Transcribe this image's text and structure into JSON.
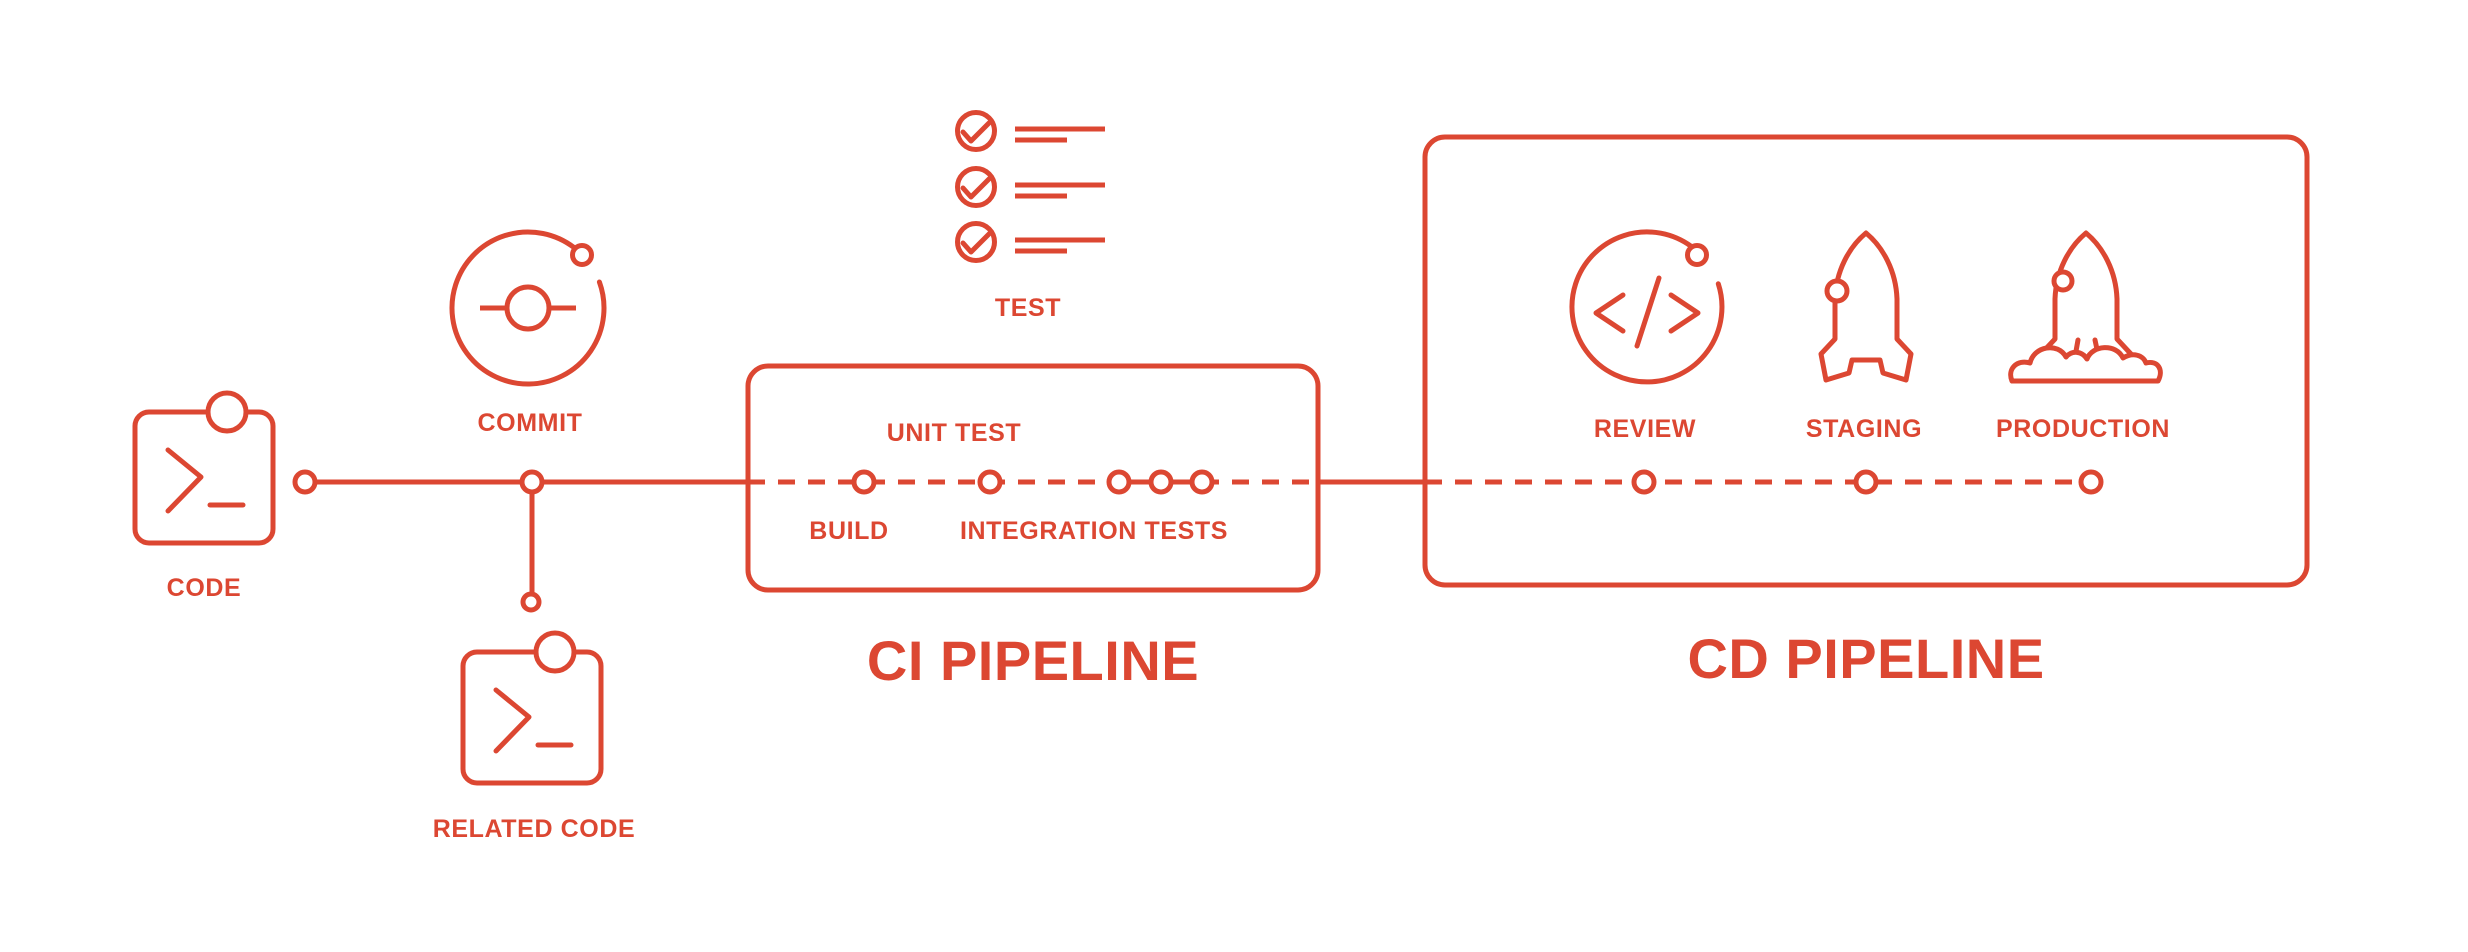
{
  "accent_color": "#DC4732",
  "diagram": {
    "labels": {
      "code": "CODE",
      "commit": "COMMIT",
      "related_code": "RELATED CODE",
      "test": "TEST",
      "build": "BUILD",
      "unit_test": "UNIT TEST",
      "integration_tests": "INTEGRATION TESTS",
      "review": "REVIEW",
      "staging": "STAGING",
      "production": "PRODUCTION"
    },
    "titles": {
      "ci": "CI PIPELINE",
      "cd": "CD PIPELINE"
    }
  }
}
